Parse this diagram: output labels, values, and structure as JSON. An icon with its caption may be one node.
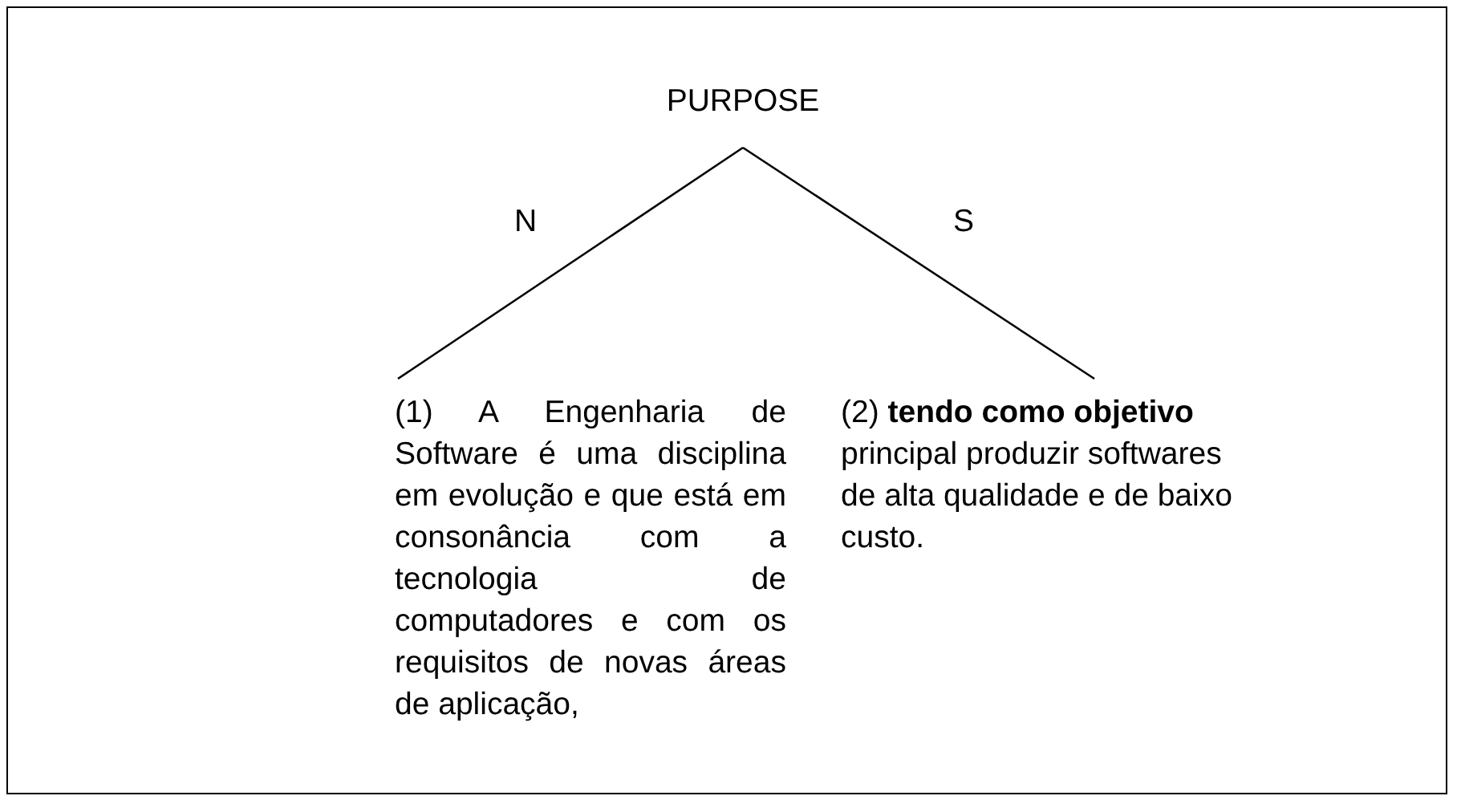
{
  "diagram": {
    "nodes": [
      {
        "text": [
          "PURPOSE"
        ]
      },
      {
        "text": [
          "(1) A Engenharia de Software é uma disciplina em evolução e que está em consonância com a tecnologia de computadores e com os requisitos de novas áreas de aplicação,"
        ]
      },
      {
        "text": [
          "(2) **tendo como objetivo** principal produzir softwares de alta qualidade e de baixo custo."
        ]
      }
    ],
    "edges": [
      {
        "from": 0,
        "to": 1,
        "arrow": "none",
        "label": "N"
      },
      {
        "from": 0,
        "to": 2,
        "arrow": "none",
        "label": "S"
      }
    ]
  }
}
